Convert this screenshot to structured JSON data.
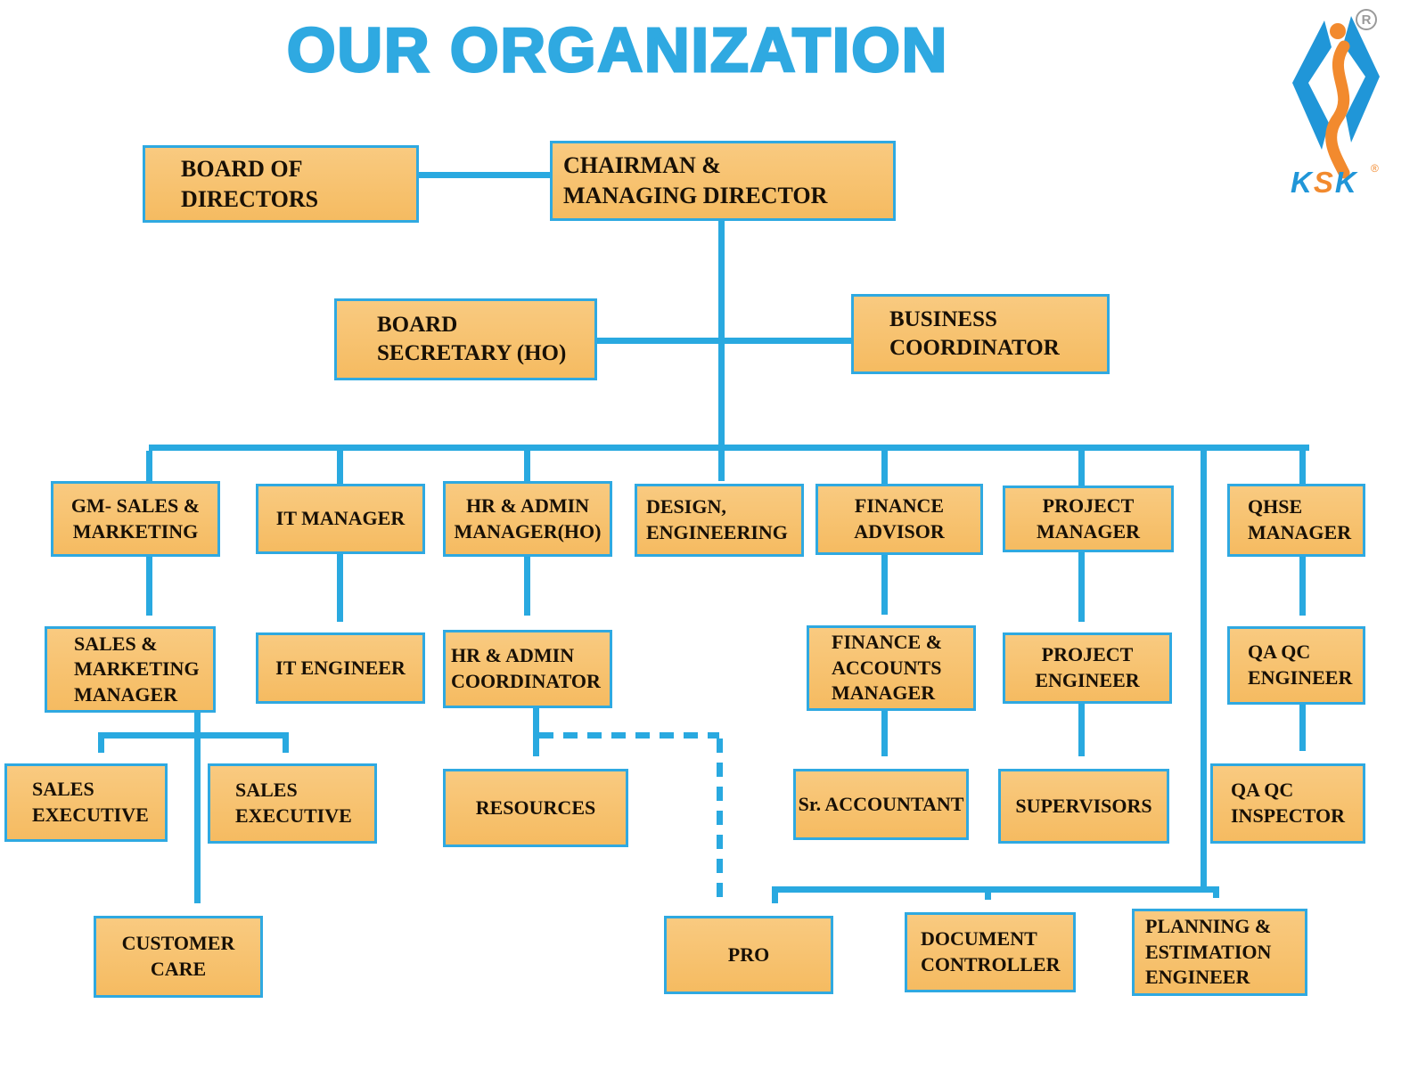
{
  "title": "OUR ORGANIZATION",
  "logo": {
    "letters": [
      "K",
      "S",
      "K"
    ],
    "registered_mark": "®"
  },
  "colors": {
    "accent_blue": "#29A9E0",
    "title_blue": "#2FA9E1",
    "box_fill": "#F7C276",
    "box_border": "#2FA9E1",
    "extrusion_dark": "#3D3D3D",
    "logo_orange": "#F28A2E",
    "text": "#181006"
  },
  "nodes": {
    "board_of_directors": {
      "label": "BOARD OF\nDIRECTORS"
    },
    "chairman_managing_director": {
      "label": "CHAIRMAN &\nMANAGING DIRECTOR"
    },
    "board_secretary_ho": {
      "label": "BOARD\nSECRETARY (HO)"
    },
    "business_coordinator": {
      "label": "BUSINESS\nCOORDINATOR"
    },
    "gm_sales_marketing": {
      "label": "GM- SALES &\nMARKETING"
    },
    "it_manager": {
      "label": "IT MANAGER"
    },
    "hr_admin_manager_ho": {
      "label": "HR & ADMIN\nMANAGER(HO)"
    },
    "design_engineering": {
      "label": "DESIGN,\nENGINEERING"
    },
    "finance_advisor": {
      "label": "FINANCE\nADVISOR"
    },
    "project_manager": {
      "label": "PROJECT\nMANAGER"
    },
    "qhse_manager": {
      "label": "QHSE\nMANAGER"
    },
    "sales_marketing_manager": {
      "label": "SALES &\nMARKETING\nMANAGER"
    },
    "it_engineer": {
      "label": "IT ENGINEER"
    },
    "hr_admin_coordinator": {
      "label": "HR & ADMIN\nCOORDINATOR"
    },
    "finance_accounts_manager": {
      "label": "FINANCE &\nACCOUNTS\nMANAGER"
    },
    "project_engineer": {
      "label": "PROJECT\nENGINEER"
    },
    "qa_qc_engineer": {
      "label": "QA QC\nENGINEER"
    },
    "sales_executive_1": {
      "label": "SALES\nEXECUTIVE"
    },
    "sales_executive_2": {
      "label": "SALES\nEXECUTIVE"
    },
    "resources": {
      "label": "RESOURCES"
    },
    "sr_accountant": {
      "label": "Sr. ACCOUNTANT"
    },
    "supervisors": {
      "label": "SUPERVISORS"
    },
    "qa_qc_inspector": {
      "label": "QA QC\nINSPECTOR"
    },
    "customer_care": {
      "label": "CUSTOMER\nCARE"
    },
    "pro": {
      "label": "PRO"
    },
    "document_controller": {
      "label": "DOCUMENT\nCONTROLLER"
    },
    "planning_estimation_engineer": {
      "label": "PLANNING &\nESTIMATION\nENGINEER"
    }
  },
  "edges": [
    {
      "from": "board_of_directors",
      "to": "chairman_managing_director",
      "style": "solid"
    },
    {
      "from": "chairman_managing_director",
      "to": "board_secretary_ho",
      "style": "solid"
    },
    {
      "from": "chairman_managing_director",
      "to": "business_coordinator",
      "style": "solid"
    },
    {
      "from": "chairman_managing_director",
      "to": "gm_sales_marketing",
      "style": "solid"
    },
    {
      "from": "chairman_managing_director",
      "to": "it_manager",
      "style": "solid"
    },
    {
      "from": "chairman_managing_director",
      "to": "hr_admin_manager_ho",
      "style": "solid"
    },
    {
      "from": "chairman_managing_director",
      "to": "design_engineering",
      "style": "solid"
    },
    {
      "from": "chairman_managing_director",
      "to": "finance_advisor",
      "style": "solid"
    },
    {
      "from": "chairman_managing_director",
      "to": "project_manager",
      "style": "solid"
    },
    {
      "from": "chairman_managing_director",
      "to": "qhse_manager",
      "style": "solid"
    },
    {
      "from": "chairman_managing_director",
      "to": "pro",
      "style": "solid"
    },
    {
      "from": "chairman_managing_director",
      "to": "document_controller",
      "style": "solid"
    },
    {
      "from": "chairman_managing_director",
      "to": "planning_estimation_engineer",
      "style": "solid"
    },
    {
      "from": "gm_sales_marketing",
      "to": "sales_marketing_manager",
      "style": "solid"
    },
    {
      "from": "it_manager",
      "to": "it_engineer",
      "style": "solid"
    },
    {
      "from": "hr_admin_manager_ho",
      "to": "hr_admin_coordinator",
      "style": "solid"
    },
    {
      "from": "finance_advisor",
      "to": "finance_accounts_manager",
      "style": "solid"
    },
    {
      "from": "project_manager",
      "to": "project_engineer",
      "style": "solid"
    },
    {
      "from": "qhse_manager",
      "to": "qa_qc_engineer",
      "style": "solid"
    },
    {
      "from": "sales_marketing_manager",
      "to": "sales_executive_1",
      "style": "solid"
    },
    {
      "from": "sales_marketing_manager",
      "to": "sales_executive_2",
      "style": "solid"
    },
    {
      "from": "sales_marketing_manager",
      "to": "customer_care",
      "style": "solid"
    },
    {
      "from": "hr_admin_coordinator",
      "to": "resources",
      "style": "solid"
    },
    {
      "from": "hr_admin_coordinator",
      "to": "pro",
      "style": "dashed"
    },
    {
      "from": "finance_accounts_manager",
      "to": "sr_accountant",
      "style": "solid"
    },
    {
      "from": "project_engineer",
      "to": "supervisors",
      "style": "solid"
    },
    {
      "from": "qa_qc_engineer",
      "to": "qa_qc_inspector",
      "style": "solid"
    }
  ]
}
